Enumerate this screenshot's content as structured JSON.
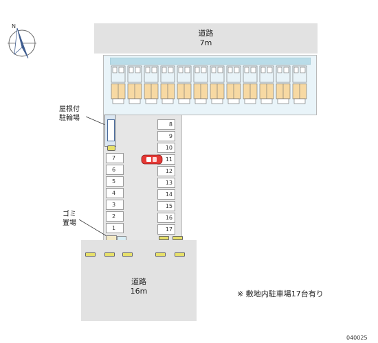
{
  "roads": {
    "north": {
      "name": "道路",
      "width": "7m"
    },
    "south": {
      "name": "道路",
      "width": "16m"
    }
  },
  "labels": {
    "bicycle_parking": [
      "屋根付",
      "駐輪場"
    ],
    "garbage_area": [
      "ゴミ",
      "置場"
    ],
    "parking_note": "※ 敷地内駐車場17台有り",
    "map_code": "040025"
  },
  "parking_spaces": {
    "left_column": [
      "7",
      "6",
      "5",
      "4",
      "3",
      "2",
      "1"
    ],
    "right_column": [
      "8",
      "9",
      "10",
      "11",
      "12",
      "13",
      "14",
      "15",
      "16",
      "17"
    ],
    "highlighted": "11"
  },
  "compass": {
    "north_label": "N"
  },
  "colors": {
    "road": "#e2e2e2",
    "building": "#e9f4f9",
    "units": "#f7d9a3",
    "highlight_car": "#e53935"
  }
}
